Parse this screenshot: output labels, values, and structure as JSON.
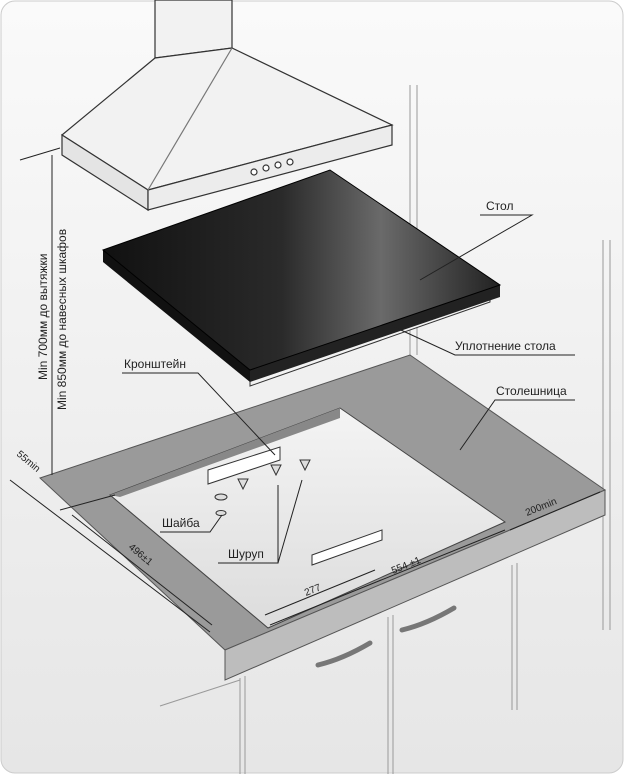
{
  "labels": {
    "table": "Стол",
    "table_seal": "Уплотнение стола",
    "bracket": "Кронштейн",
    "countertop": "Столешница",
    "washer": "Шайба",
    "screw": "Шуруп"
  },
  "dimensions": {
    "min_hood": "Min 700мм до вытяжки",
    "min_cabinets": "Min 850мм до навесных шкафов",
    "edge_min": "55min",
    "depth": "496±1",
    "half_width": "277",
    "width": "554 ±1",
    "back_min": "200min"
  }
}
